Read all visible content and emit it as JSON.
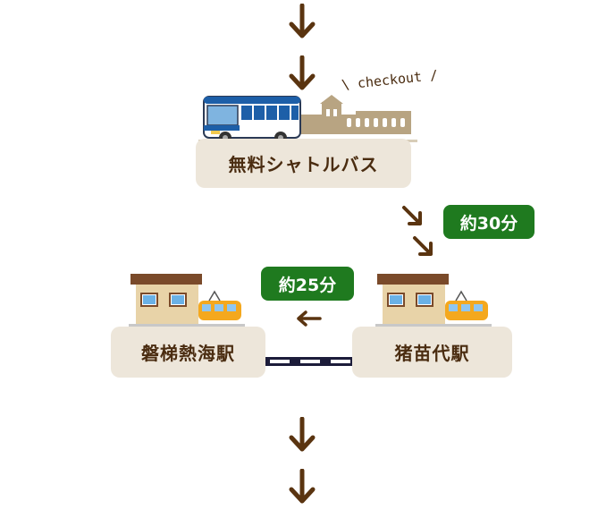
{
  "flow": {
    "top_arrows": [
      "down-arrow",
      "down-arrow"
    ],
    "bottom_arrows": [
      "down-arrow",
      "down-arrow"
    ]
  },
  "checkout_label": "\\ checkout /",
  "bus": {
    "label": "無料シャトルバス",
    "illustration": "bus-and-building-illustration"
  },
  "bus_duration": "約30分",
  "train_duration": "約25分",
  "stations": {
    "inawashiro": {
      "label": "猪苗代駅",
      "illustration": "station-with-train-illustration"
    },
    "bandai_atami": {
      "label": "磐梯熱海駅",
      "illustration": "station-with-train-illustration"
    }
  },
  "colors": {
    "arrow": "#5a3410",
    "box_bg": "#ede6da",
    "box_text": "#4a2c10",
    "badge_bg": "#1f7a1f",
    "badge_text": "#ffffff",
    "rail": "#1c1c3a"
  }
}
